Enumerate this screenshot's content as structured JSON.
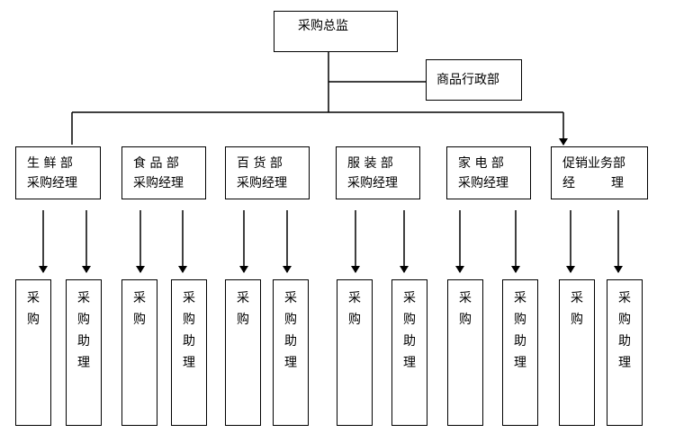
{
  "director": {
    "label": "采购总监"
  },
  "admin": {
    "label": "商品行政部"
  },
  "departments": [
    {
      "line1": "生 鲜 部",
      "line2": "采购经理",
      "staff": [
        {
          "lines": [
            "采",
            "",
            "购",
            ""
          ]
        },
        {
          "lines": [
            "采",
            "购",
            "助",
            "理"
          ]
        }
      ]
    },
    {
      "line1": "食 品 部",
      "line2": "采购经理",
      "staff": [
        {
          "lines": [
            "采",
            "",
            "购",
            ""
          ]
        },
        {
          "lines": [
            "采",
            "购",
            "助",
            "理"
          ]
        }
      ]
    },
    {
      "line1": "百 货 部",
      "line2": "采购经理",
      "staff": [
        {
          "lines": [
            "采",
            "",
            "购",
            ""
          ]
        },
        {
          "lines": [
            "采",
            "购",
            "助",
            "理"
          ]
        }
      ]
    },
    {
      "line1": "服 装 部",
      "line2": "采购经理",
      "staff": [
        {
          "lines": [
            "采",
            "",
            "购",
            ""
          ]
        },
        {
          "lines": [
            "采",
            "购",
            "助",
            "理"
          ]
        }
      ]
    },
    {
      "line1": "家 电 部",
      "line2": "采购经理",
      "staff": [
        {
          "lines": [
            "采",
            "",
            "购",
            ""
          ]
        },
        {
          "lines": [
            "采",
            "购",
            "助",
            "理"
          ]
        }
      ]
    },
    {
      "line1": "促销业务部",
      "line2": "经         理",
      "staff": [
        {
          "lines": [
            "采",
            "",
            "购",
            ""
          ]
        },
        {
          "lines": [
            "采",
            "购",
            "助",
            "理"
          ]
        }
      ]
    }
  ]
}
